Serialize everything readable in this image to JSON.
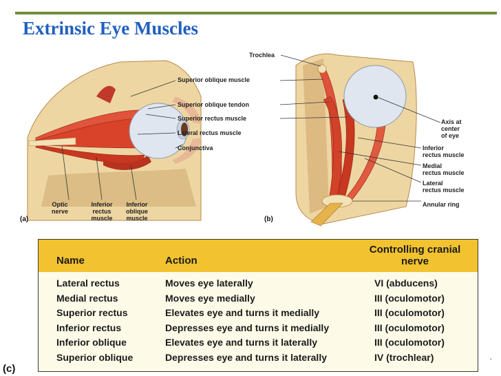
{
  "slide": {
    "title": "Extrinsic Eye Muscles"
  },
  "panel_a": {
    "letter": "(a)",
    "labels": {
      "superior_oblique_muscle": "Superior oblique muscle",
      "superior_oblique_tendon": "Superior oblique tendon",
      "superior_rectus_muscle": "Superior rectus muscle",
      "lateral_rectus_muscle": "Lateral rectus muscle",
      "conjunctiva": "Conjunctiva",
      "optic_nerve": "Optic\nnerve",
      "inferior_rectus_muscle": "Inferior\nrectus\nmuscle",
      "inferior_oblique_muscle": "Inferior\noblique\nmuscle"
    }
  },
  "panel_b": {
    "letter": "(b)",
    "labels": {
      "trochlea": "Trochlea",
      "axis_center": "Axis at\ncenter\nof eye",
      "inferior_rectus_muscle": "Inferior\nrectus muscle",
      "medial_rectus_muscle": "Medial\nrectus muscle",
      "lateral_rectus_muscle": "Lateral\nrectus muscle",
      "annular_ring": "Annular ring"
    }
  },
  "table": {
    "letter": "(c)",
    "headers": {
      "name": "Name",
      "action": "Action",
      "nerve": "Controlling cranial\nnerve"
    },
    "rows": [
      {
        "name": "Lateral rectus",
        "action": "Moves eye laterally",
        "nerve": "VI (abducens)"
      },
      {
        "name": "Medial rectus",
        "action": "Moves eye medially",
        "nerve": "III (oculomotor)"
      },
      {
        "name": "Superior rectus",
        "action": "Elevates eye and turns it medially",
        "nerve": "III (oculomotor)"
      },
      {
        "name": "Inferior rectus",
        "action": "Depresses eye and turns it medially",
        "nerve": "III (oculomotor)"
      },
      {
        "name": "Inferior oblique",
        "action": "Elevates eye and turns it laterally",
        "nerve": "III (oculomotor)"
      },
      {
        "name": "Superior oblique",
        "action": "Depresses eye and turns it laterally",
        "nerve": "IV (trochlear)"
      }
    ]
  },
  "corner_mark": "ʼ",
  "colors": {
    "title": "#1f5fbf",
    "rule": "#6f8f3a",
    "table_header": "#f2c230",
    "table_body": "#fdfae8",
    "muscle": "#d9432a",
    "bone": "#e8c98a",
    "sclera": "#dfe6ef"
  }
}
